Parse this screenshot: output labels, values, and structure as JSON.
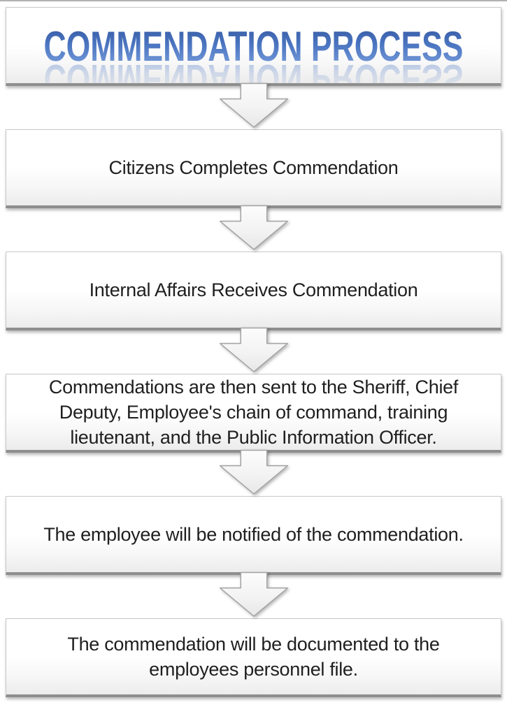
{
  "title": {
    "text": "COMMENDATION PROCESS",
    "gradient_top": "#3a5fa9",
    "gradient_mid": "#4a74c0",
    "gradient_bottom": "#7da2de",
    "reflection_color": "#5b83c9"
  },
  "steps": [
    {
      "lines": [
        "Citizens Completes Commendation"
      ]
    },
    {
      "lines": [
        "Internal Affairs Receives Commendation"
      ]
    },
    {
      "lines": [
        "Commendations are then sent to the Sheriff, Chief",
        "Deputy, Employee's chain of command, training",
        "lieutenant, and the Public Information Officer."
      ]
    },
    {
      "lines": [
        "The employee will be notified of the commendation."
      ]
    },
    {
      "lines": [
        "The commendation will be documented to the",
        "employees personnel file."
      ]
    }
  ],
  "connectors": {
    "icon": "down-block-arrow",
    "count": 5,
    "fill_top": "#fcfcfc",
    "fill_bottom": "#e7e7e7",
    "stroke": "#a3a3a3"
  },
  "box_style": {
    "border": "#c9c9c9",
    "bottom_edge": "#8e8e8e",
    "fill_top": "#ffffff",
    "fill_bottom": "#ececec",
    "text_color": "#1f1f1f"
  }
}
